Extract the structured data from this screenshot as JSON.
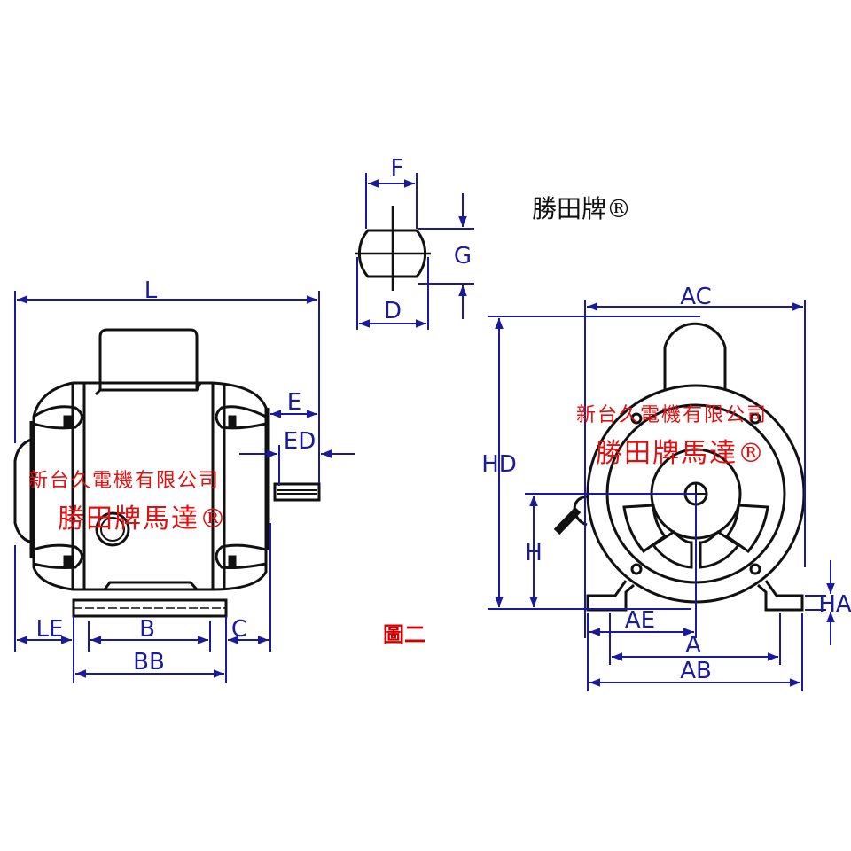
{
  "brand_title": "勝田牌®",
  "figure_label": "圖二",
  "watermark": {
    "company": "新台久電機有限公司",
    "brand": "勝田牌馬達®"
  },
  "side_view_labels": {
    "L": "L",
    "E": "E",
    "ED": "ED",
    "LE": "LE",
    "B": "B",
    "C": "C",
    "BB": "BB"
  },
  "shaft_view_labels": {
    "F": "F",
    "G": "G",
    "D": "D"
  },
  "front_view_labels": {
    "AC": "AC",
    "HD": "HD",
    "H": "H",
    "AE": "AE",
    "A": "A",
    "AB": "AB",
    "HA": "HA"
  },
  "colors": {
    "dimension": "#1a1a9a",
    "watermark": "#e01010",
    "figure_label": "#d00000"
  }
}
